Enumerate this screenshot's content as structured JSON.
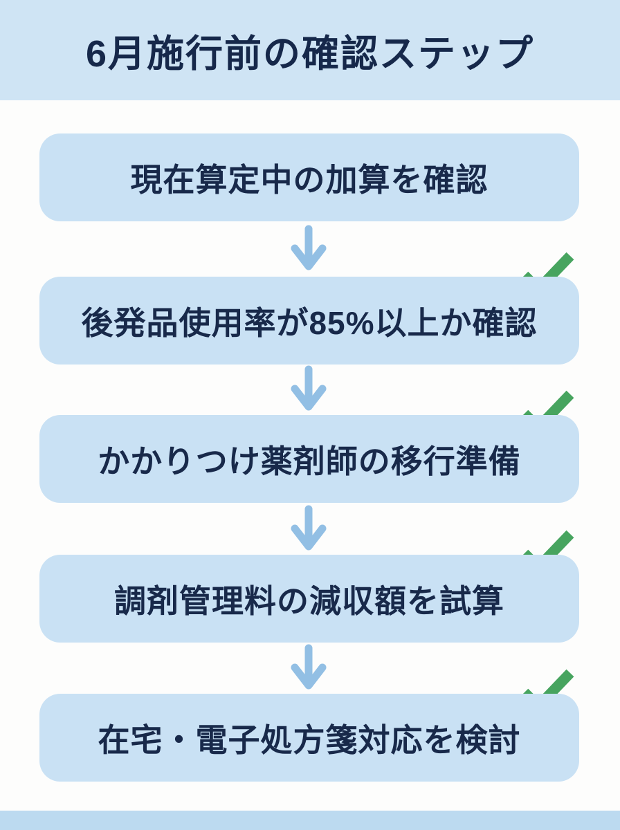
{
  "title": "6月施行前の確認ステップ",
  "steps": [
    {
      "label": "現在算定中の加算を確認",
      "checked": false
    },
    {
      "label": "後発品使用率が85%以上か確認",
      "checked": true
    },
    {
      "label": "かかりつけ薬剤師の移行準備",
      "checked": true
    },
    {
      "label": "調剤管理料の減収額を試算",
      "checked": true
    },
    {
      "label": "在宅・電子処方箋対応を検討",
      "checked": true
    }
  ],
  "icons": {
    "arrow": "down-arrow",
    "check": "green-checkmark"
  },
  "colors": {
    "header_bg": "#cfe4f4",
    "body_bg": "#fdfdfc",
    "box_bg": "#c9e1f4",
    "text": "#18294a",
    "arrow": "#92bfe4",
    "check": "#47a45f",
    "footer_bg": "#bcdaf0"
  }
}
